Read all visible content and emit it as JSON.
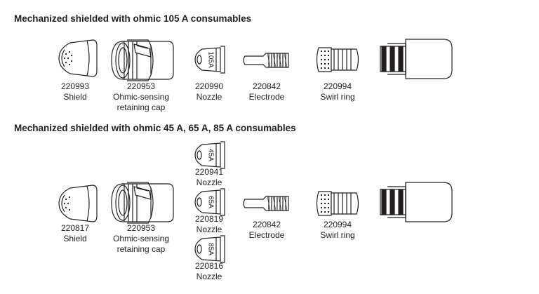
{
  "section1": {
    "heading": "Mechanized shielded with ohmic 105 A consumables",
    "shield": {
      "part": "220993",
      "name": "Shield"
    },
    "cap": {
      "part": "220953",
      "name1": "Ohmic-sensing",
      "name2": "retaining cap"
    },
    "nozzle": {
      "part": "220990",
      "name": "Nozzle",
      "stamp": "105A"
    },
    "electrode": {
      "part": "220842",
      "name": "Electrode"
    },
    "swirl": {
      "part": "220994",
      "name": "Swirl ring"
    }
  },
  "section2": {
    "heading": "Mechanized shielded with ohmic 45 A, 65 A, 85 A consumables",
    "shield": {
      "part": "220817",
      "name": "Shield"
    },
    "cap": {
      "part": "220953",
      "name1": "Ohmic-sensing",
      "name2": "retaining cap"
    },
    "nozzle45": {
      "part": "220941",
      "name": "Nozzle",
      "stamp": "45A"
    },
    "nozzle65": {
      "part": "220819",
      "name": "Nozzle",
      "stamp": "65A"
    },
    "nozzle85": {
      "part": "220816",
      "name": "Nozzle",
      "stamp": "85A"
    },
    "electrode": {
      "part": "220842",
      "name": "Electrode"
    },
    "swirl": {
      "part": "220994",
      "name": "Swirl ring"
    }
  }
}
